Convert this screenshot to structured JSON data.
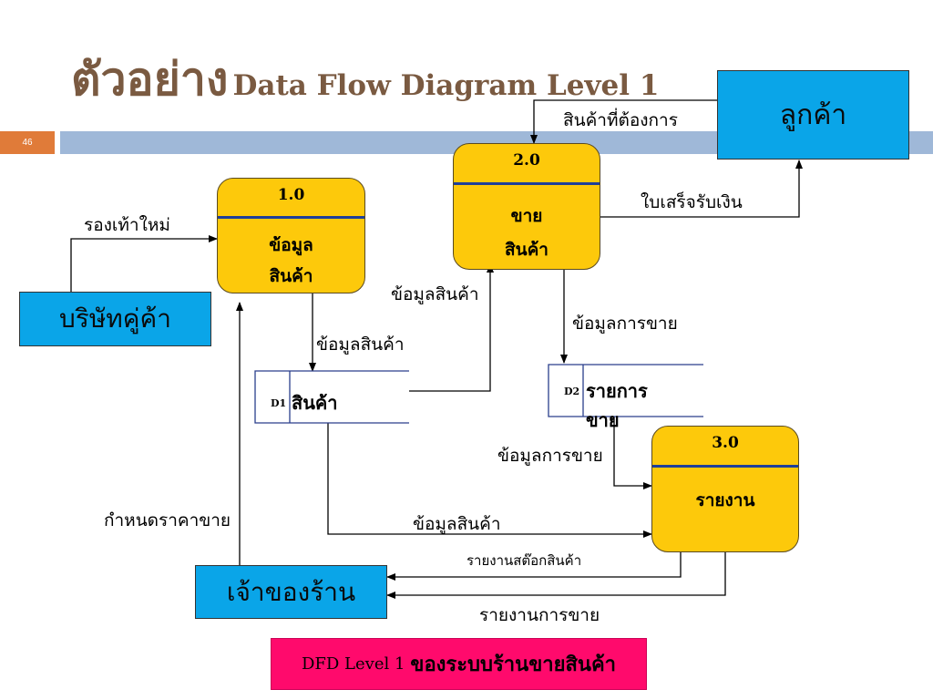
{
  "slide": {
    "title_thai": "ตัวอย่าง",
    "title_en": "Data Flow Diagram Level 1",
    "page_number": "46"
  },
  "processes": [
    {
      "id": "1.0",
      "name_line1": "ข้อมูล",
      "name_line2": "สินค้า"
    },
    {
      "id": "2.0",
      "name_line1": "ขาย",
      "name_line2": "สินค้า"
    },
    {
      "id": "3.0",
      "name_line1": "รายงาน",
      "name_line2": ""
    }
  ],
  "entities": {
    "customer": "ลูกค้า",
    "supplier": "บริษัทคู่ค้า",
    "owner": "เจ้าของร้าน"
  },
  "stores": [
    {
      "id": "D1",
      "name": "สินค้า"
    },
    {
      "id": "D2",
      "name": "รายการขาย"
    }
  ],
  "flows": {
    "wanted_goods": "สินค้าที่ต้องการ",
    "receipt": "ใบเสร็จรับเงิน",
    "new_shoes": "รองเท้าใหม่",
    "product_info_to_store": "ข้อมูลสินค้า",
    "product_info_to_sale": "ข้อมูลสินค้า",
    "sales_info_to_store": "ข้อมูลการขาย",
    "sales_info_to_report": "ข้อมูลการขาย",
    "set_price": "กำหนดราคาขาย",
    "product_info_to_report": "ข้อมูลสินค้า",
    "stock_report": "รายงานสต๊อกสินค้า",
    "sales_report": "รายงานการขาย"
  },
  "caption": {
    "part1": "DFD Level 1",
    "part2": "ของระบบร้านขายสินค้า"
  },
  "colors": {
    "process_fill": "#fdc90b",
    "entity_fill": "#0aa5e8",
    "caption_fill": "#ff0a6c",
    "band": "#9fb8d8",
    "page_tab": "#e07b39",
    "title": "#7a5a41"
  }
}
